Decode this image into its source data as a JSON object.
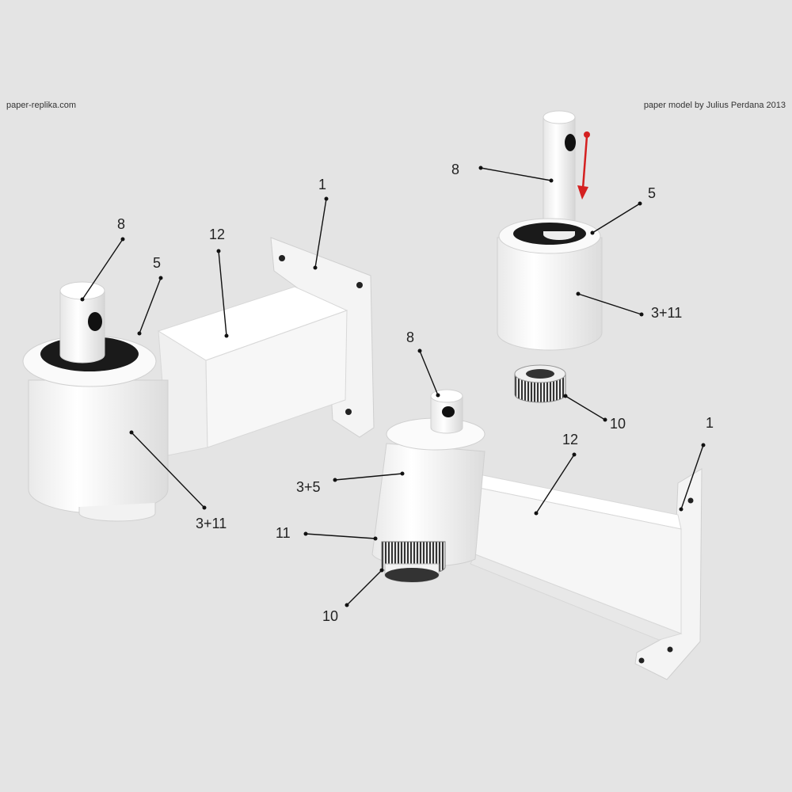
{
  "credits": {
    "left": "paper-replika.com",
    "right": "paper model by Julius Perdana 2013"
  },
  "callouts": {
    "left_assembly": {
      "shaft": "8",
      "ring": "5",
      "arm": "12",
      "plate": "1",
      "housing": "3+11"
    },
    "right_top": {
      "shaft": "8",
      "ring": "5",
      "housing": "3+11",
      "bearing": "10"
    },
    "right_assembly": {
      "shaft": "8",
      "arm": "12",
      "plate": "1",
      "housing": "3+5",
      "collar": "11",
      "bearing": "10"
    }
  },
  "colors": {
    "background": "#e4e4e4",
    "part": "#f8f8f8",
    "shade": "#e2e2e2",
    "dark": "#1a1a1a",
    "arrow": "#d42020"
  },
  "icons": {
    "insert_arrow": "arrow-down-icon"
  }
}
